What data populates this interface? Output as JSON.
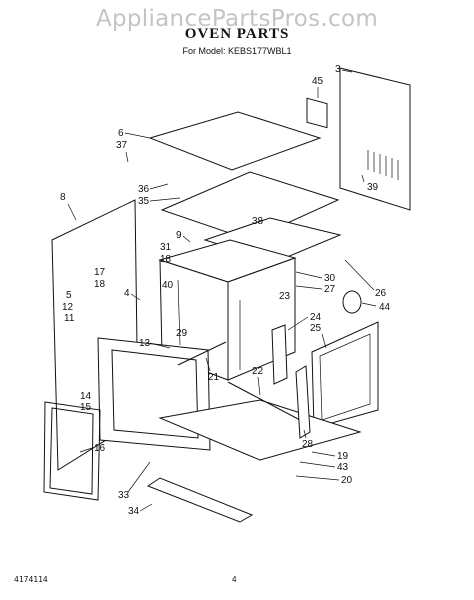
{
  "watermark": "AppliancePartsPros.com",
  "title": "OVEN PARTS",
  "subtitle": "For Model: KEBS177WBL1",
  "footer": {
    "code": "4174114",
    "page": "4"
  },
  "callouts": [
    "3",
    "45",
    "6",
    "37",
    "36",
    "35",
    "39",
    "8",
    "38",
    "9",
    "31",
    "18",
    "17",
    "18",
    "4",
    "40",
    "5",
    "12",
    "11",
    "30",
    "27",
    "26",
    "23",
    "44",
    "29",
    "24",
    "25",
    "13",
    "21",
    "22",
    "14",
    "15",
    "16",
    "28",
    "19",
    "43",
    "20",
    "33",
    "34"
  ]
}
